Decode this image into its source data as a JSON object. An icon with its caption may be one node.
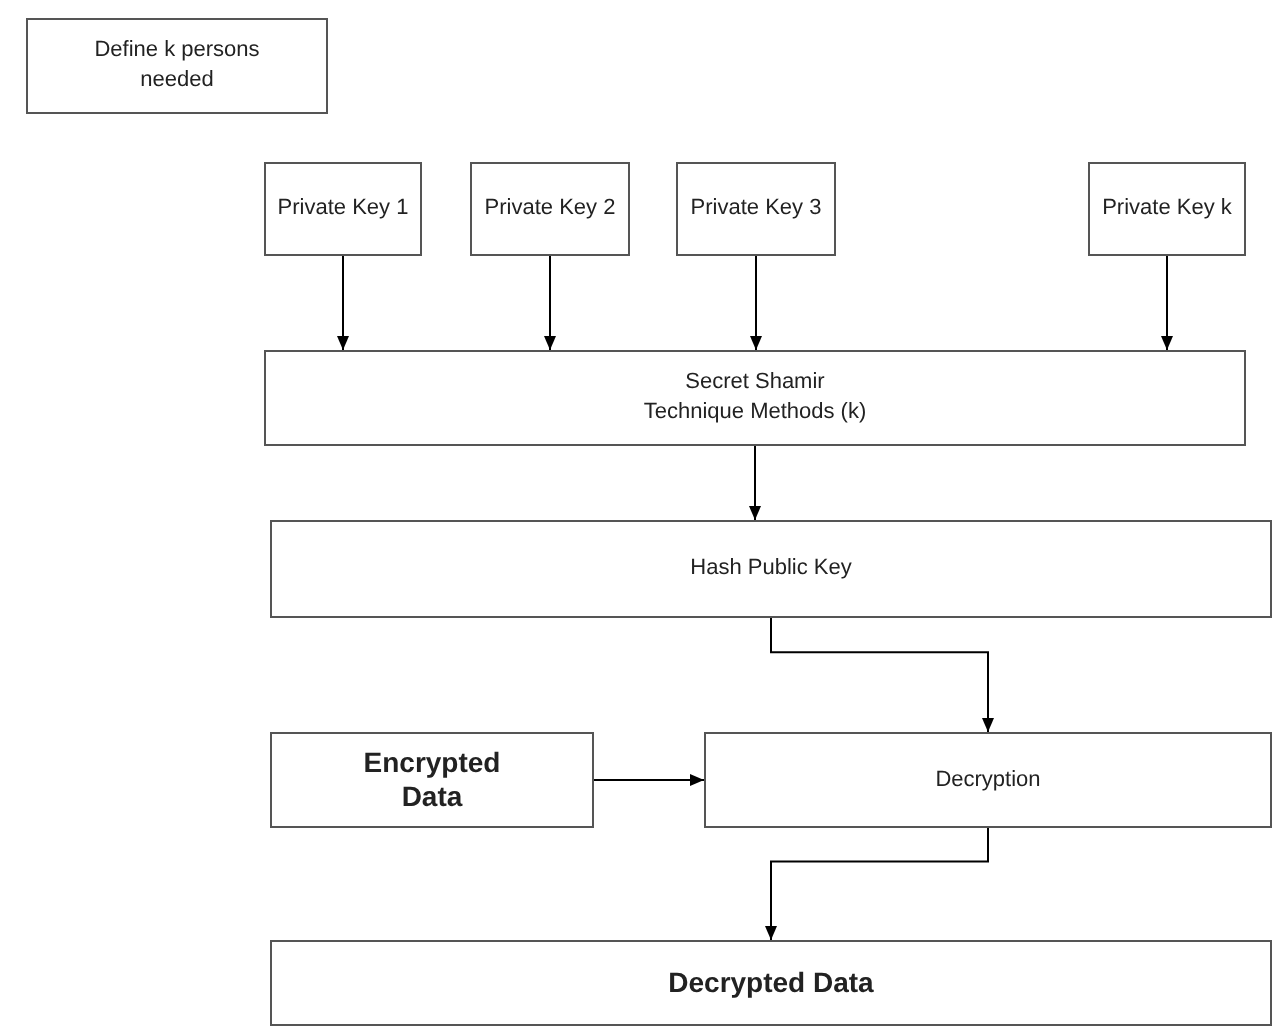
{
  "diagram": {
    "nodes": [
      {
        "text": [
          "Define k persons needed"
        ]
      },
      {
        "text": [
          "Private Key 1"
        ]
      },
      {
        "text": [
          "Private Key 2"
        ]
      },
      {
        "text": [
          "Private Key 3"
        ]
      },
      {
        "text": [
          "Private Key k"
        ]
      },
      {
        "text": [
          "Secret Shamir Technique Methods (k)"
        ]
      },
      {
        "text": [
          "Hash Public Key"
        ]
      },
      {
        "text": [
          "Encrypted Data"
        ]
      },
      {
        "text": [
          "Decryption"
        ]
      },
      {
        "text": [
          "Decrypted Data"
        ]
      }
    ],
    "edges": [
      {
        "from": 1,
        "to": 5,
        "arrow": "to"
      },
      {
        "from": 2,
        "to": 5,
        "arrow": "to"
      },
      {
        "from": 3,
        "to": 5,
        "arrow": "to"
      },
      {
        "from": 4,
        "to": 5,
        "arrow": "to"
      },
      {
        "from": 5,
        "to": 6,
        "arrow": "to"
      },
      {
        "from": 6,
        "to": 8,
        "arrow": "to"
      },
      {
        "from": 7,
        "to": 8,
        "arrow": "to"
      },
      {
        "from": 8,
        "to": 9,
        "arrow": "to"
      }
    ]
  }
}
